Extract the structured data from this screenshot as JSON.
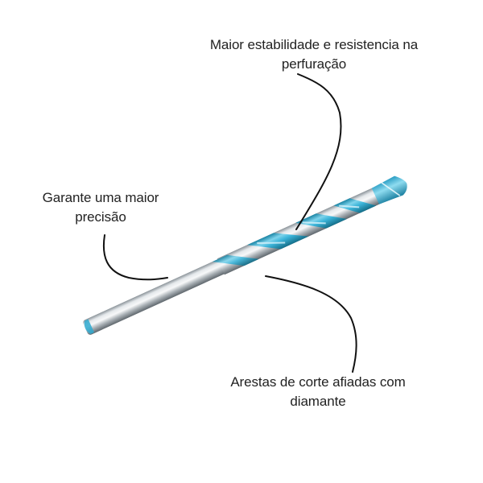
{
  "callouts": {
    "stability": {
      "line1": "Maior estabilidade e resistencia na",
      "line2": "perfuração"
    },
    "precision": {
      "line1": "Garante uma maior",
      "line2": "precisão"
    },
    "edges": {
      "line1": "Arestas de corte afiadas com",
      "line2": "diamante"
    }
  },
  "colors": {
    "background": "#ffffff",
    "text": "#222222",
    "leader_line": "#111111",
    "steel_light": "#e9ecef",
    "steel_mid": "#b7bdc2",
    "steel_dark": "#6e767c",
    "flute_blue": "#2fa9cf",
    "flute_blue_light": "#7fd4ec",
    "flute_blue_dark": "#17809f"
  },
  "icons": {
    "product": "masonry-drill-bit-icon"
  }
}
